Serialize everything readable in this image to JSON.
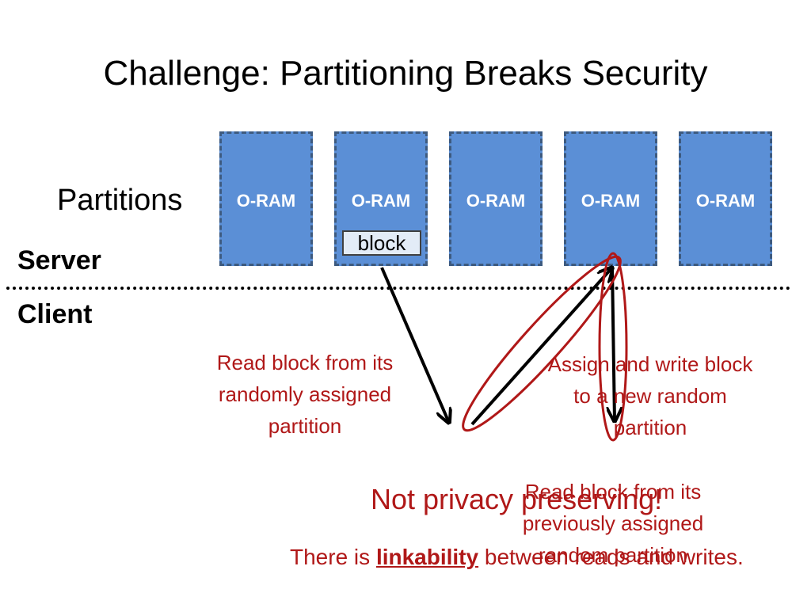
{
  "title": "Challenge: Partitioning Breaks Security",
  "labels": {
    "partitions": "Partitions",
    "server": "Server",
    "client": "Client"
  },
  "partitions": [
    {
      "label": "O-RAM"
    },
    {
      "label": "O-RAM"
    },
    {
      "label": "O-RAM"
    },
    {
      "label": "O-RAM"
    },
    {
      "label": "O-RAM"
    }
  ],
  "block": {
    "label": "block"
  },
  "annotations": {
    "read_from_assigned": "Read block from its randomly assigned partition",
    "assign_and_write": "Assign and write block to a new random partition",
    "read_from_previous": "Read block from its previously assigned random partition",
    "not_private": "Not privacy preserving!",
    "linkability_prefix": "There is ",
    "linkability_keyword": "linkability",
    "linkability_suffix": " between reads and writes."
  },
  "colors": {
    "partition_fill": "#5b8fd6",
    "partition_border": "#3d5a7f",
    "annotation": "#b01818",
    "block_fill": "#e3ecf7"
  }
}
